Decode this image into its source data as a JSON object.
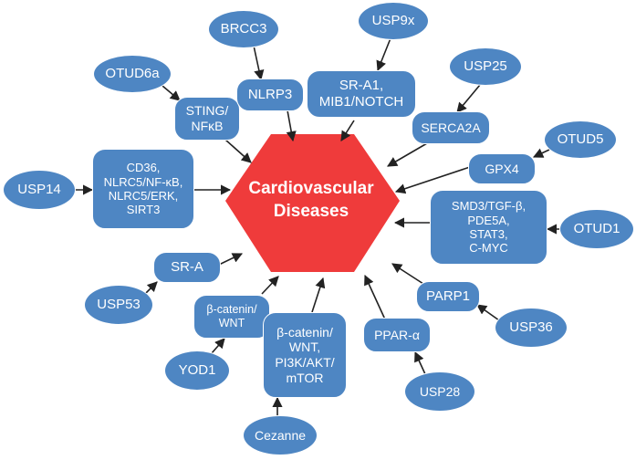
{
  "diagram": {
    "colors": {
      "node": "#4E86C3",
      "hub": "#EF3B3B",
      "arrow": "#222222",
      "text": "#ffffff"
    },
    "hub": {
      "label": "Cardiovascular\nDiseases"
    },
    "dubs": {
      "brcc3": "BRCC3",
      "usp9x": "USP9x",
      "otud6a": "OTUD6a",
      "usp25": "USP25",
      "otud5": "OTUD5",
      "usp14": "USP14",
      "otud1": "OTUD1",
      "usp53": "USP53",
      "usp36": "USP36",
      "yod1": "YOD1",
      "usp28": "USP28",
      "cezanne": "Cezanne"
    },
    "targets": {
      "sting": "STING/\nNFκB",
      "nlrp3": "NLRP3",
      "sra1": "SR-A1,\nMIB1/NOTCH",
      "serca2a": "SERCA2A",
      "gpx4": "GPX4",
      "cd36": "CD36,\nNLRC5/NF-κB,\nNLRC5/ERK,\nSIRT3",
      "smd3": "SMD3/TGF-β,\nPDE5A,\nSTAT3,\nC-MYC",
      "sra": "SR-A",
      "parp1": "PARP1",
      "bcat_small": "β-catenin/\nWNT",
      "bcat_big": "β-catenin/\nWNT,\nPI3K/AKT/\nmTOR",
      "ppara": "PPAR-α"
    }
  }
}
